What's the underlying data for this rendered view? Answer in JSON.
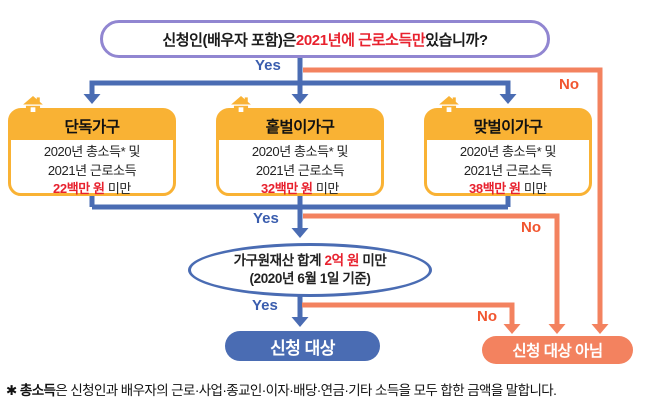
{
  "question": {
    "prefix": "신청인(배우자 포함)은 ",
    "highlight": "2021년에 근로소득만",
    "suffix": " 있습니까?"
  },
  "flow_labels": {
    "yes": "Yes",
    "no": "No"
  },
  "households": [
    {
      "title": "단독가구",
      "line1": "2020년 총소득* 및",
      "line2": "2021년 근로소득",
      "amount": "22백만 원",
      "amount_suffix": " 미만"
    },
    {
      "title": "홑벌이가구",
      "line1": "2020년 총소득* 및",
      "line2": "2021년 근로소득",
      "amount": "32백만 원",
      "amount_suffix": " 미만"
    },
    {
      "title": "맞벌이가구",
      "line1": "2020년 총소득* 및",
      "line2": "2021년 근로소득",
      "amount": "38백만 원",
      "amount_suffix": " 미만"
    }
  ],
  "asset_check": {
    "line1_prefix": "가구원재산 합계 ",
    "line1_highlight": "2억 원",
    "line1_suffix": " 미만",
    "line2": "(2020년 6월 1일 기준)"
  },
  "results": {
    "eligible": "신청 대상",
    "not_eligible": "신청 대상 아님"
  },
  "footnote": {
    "marker": "✱ ",
    "bold": "총소득",
    "text": "은 신청인과 배우자의 근로·사업·종교인·이자·배당·연금·기타 소득을 모두 합한 금액을 말합니다."
  },
  "colors": {
    "yes_blue": "#4a6cb3",
    "no_orange": "#f3825f",
    "box_yellow": "#f9b234",
    "highlight_red": "#e8212e",
    "question_border_purple": "#9186d1"
  }
}
